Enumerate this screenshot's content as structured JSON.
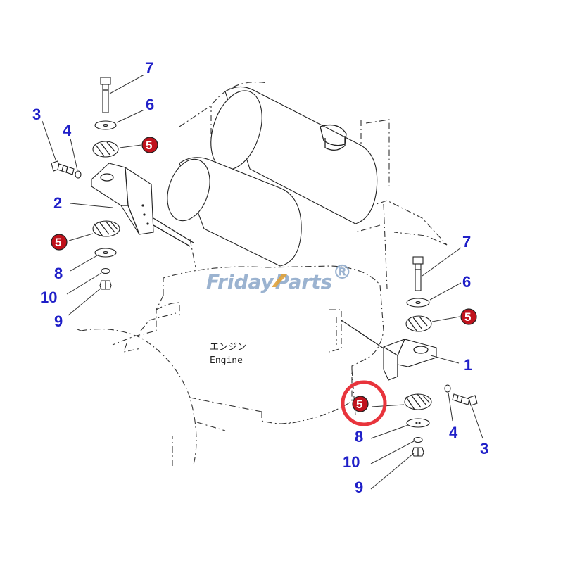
{
  "engine_label": {
    "japanese": "エンジン",
    "english": "Engine"
  },
  "watermark": {
    "part1": "Friday",
    "part2": "Parts",
    "mark": "®"
  },
  "colors": {
    "callout_text": "#1f1fc8",
    "badge_fill": "#c0121c",
    "highlight_ring": "#e8343c",
    "line": "#222222"
  },
  "callouts": {
    "left_7": "7",
    "left_6": "6",
    "left_5_top": "5",
    "left_3": "3",
    "left_4": "4",
    "left_2": "2",
    "left_5_bottom": "5",
    "left_8": "8",
    "left_10": "10",
    "left_9": "9",
    "right_7": "7",
    "right_6": "6",
    "right_5_top": "5",
    "right_1": "1",
    "right_5_highlight": "5",
    "right_4": "4",
    "right_3": "3",
    "right_8": "8",
    "right_10": "10",
    "right_9": "9"
  }
}
